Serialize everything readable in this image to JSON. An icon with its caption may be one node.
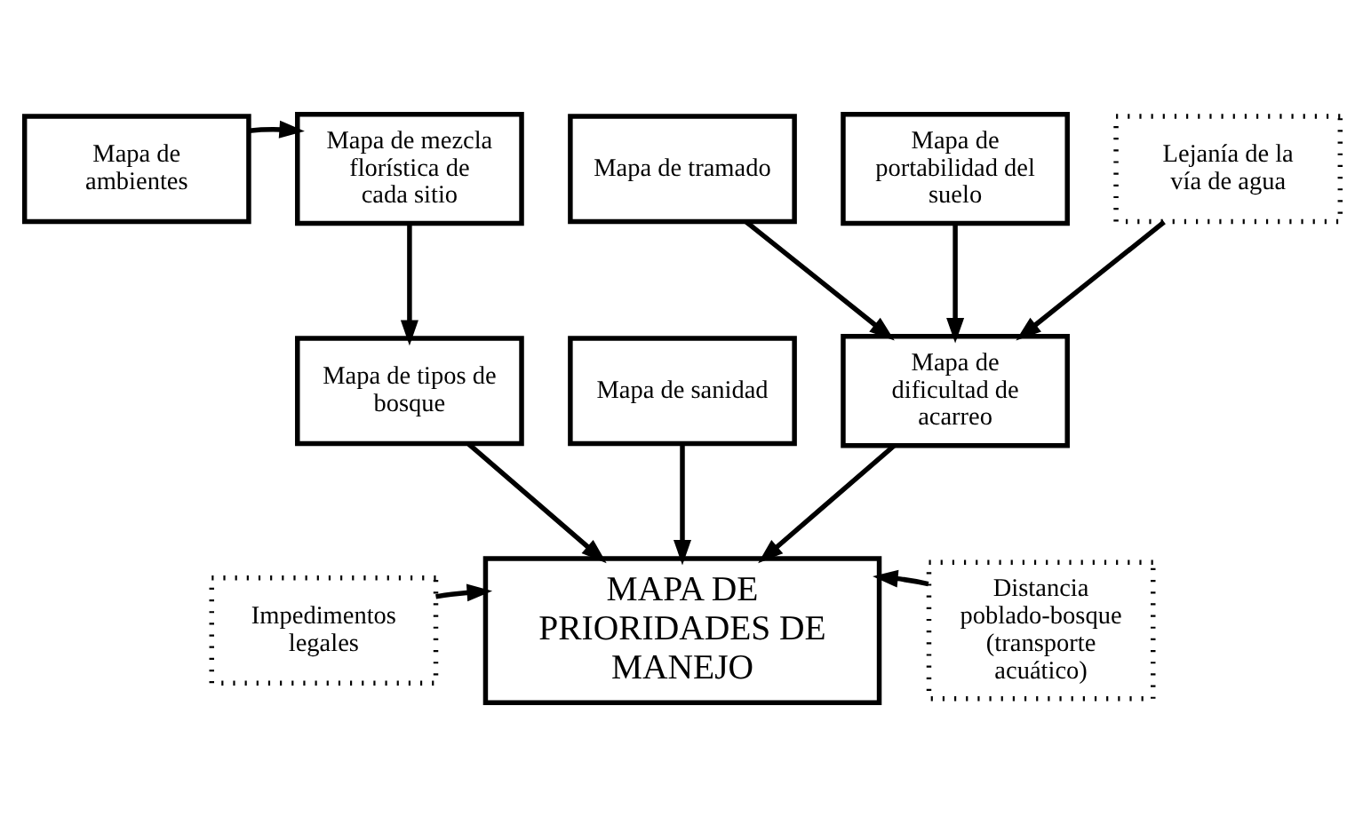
{
  "diagram": {
    "nodes": [
      {
        "text": [
          "Mapa de ambientes"
        ]
      },
      {
        "text": [
          "Mapa de mezcla florística de cada sitio"
        ]
      },
      {
        "text": [
          "Mapa de tramado"
        ]
      },
      {
        "text": [
          "Mapa de portabilidad del suelo"
        ]
      },
      {
        "text": [
          "Lejanía de la vía de agua"
        ]
      },
      {
        "text": [
          "Mapa de tipos de bosque"
        ]
      },
      {
        "text": [
          "Mapa de sanidad"
        ]
      },
      {
        "text": [
          "Mapa de dificultad de acarreo"
        ]
      },
      {
        "text": [
          "Impedimentos legales"
        ]
      },
      {
        "text": [
          "MAPA DE PRIORIDADES DE MANEJO"
        ]
      },
      {
        "text": [
          "Distancia poblado-bosque (transporte acuático)"
        ]
      }
    ],
    "edges": [
      {
        "from": 0,
        "to": 1,
        "arrow": "to"
      },
      {
        "from": 1,
        "to": 5,
        "arrow": "to"
      },
      {
        "from": 2,
        "to": 7,
        "arrow": "to"
      },
      {
        "from": 3,
        "to": 7,
        "arrow": "to"
      },
      {
        "from": 4,
        "to": 7,
        "arrow": "to"
      },
      {
        "from": 5,
        "to": 9,
        "arrow": "to"
      },
      {
        "from": 6,
        "to": 9,
        "arrow": "to"
      },
      {
        "from": 7,
        "to": 9,
        "arrow": "to"
      },
      {
        "from": 8,
        "to": 9,
        "arrow": "to"
      },
      {
        "from": 10,
        "to": 9,
        "arrow": "to"
      }
    ]
  }
}
